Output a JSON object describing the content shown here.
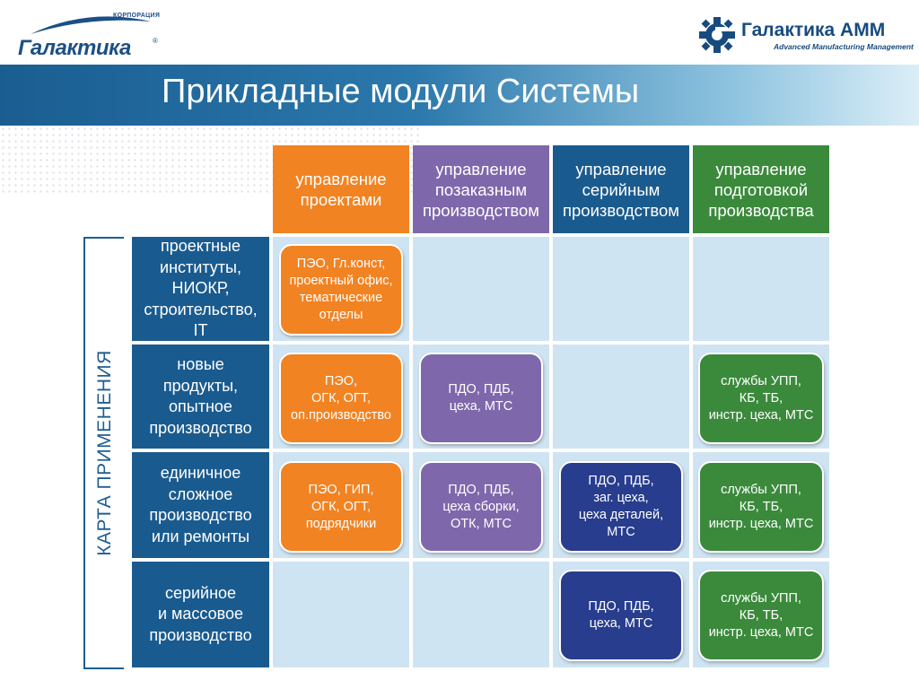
{
  "header": {
    "logo_left": {
      "corp": "КОРПОРАЦИЯ",
      "word": "Галактика",
      "reg": "®"
    },
    "logo_right": {
      "name": "Галактика АММ",
      "sub": "Advanced Manufacturing Management"
    }
  },
  "title": "Прикладные модули Системы",
  "side_label": "КАРТА ПРИМЕНЕНИЯ",
  "columns": [
    {
      "label": "управление\nпроектами",
      "color": "#f28322"
    },
    {
      "label": "управление\nпозаказным\nпроизводством",
      "color": "#7e68ab"
    },
    {
      "label": "управление\nсерийным\nпроизводством",
      "color": "#1a5b8f"
    },
    {
      "label": "управление\nподготовкой\nпроизводства",
      "color": "#3b8a3c"
    }
  ],
  "rows": [
    {
      "label": "проектные\nинституты,\nНИОКР,\nстроительство,\nIT",
      "cells": [
        "ПЭО, Гл.конст,\nпроектный офис,\nтематические\nотделы",
        "",
        "",
        ""
      ]
    },
    {
      "label": "новые\nпродукты,\nопытное\nпроизводство",
      "cells": [
        "ПЭО,\nОГК, ОГТ,\nоп.производство",
        "ПДО, ПДБ,\nцеха, МТС",
        "",
        "службы УПП,\nКБ, ТБ,\nинстр. цеха, МТС"
      ]
    },
    {
      "label": "единичное\nсложное\nпроизводство\nили ремонты",
      "cells": [
        "ПЭО, ГИП,\nОГК, ОГТ,\nподрядчики",
        "ПДО, ПДБ,\nцеха сборки,\nОТК, МТС",
        "ПДО, ПДБ,\nзаг. цеха,\nцеха деталей,\nМТС",
        "службы УПП,\nКБ, ТБ,\nинстр. цеха, МТС"
      ]
    },
    {
      "label": "серийное\nи массовое\nпроизводство",
      "cells": [
        "",
        "",
        "ПДО, ПДБ,\nцеха, МТС",
        "службы УПП,\nКБ, ТБ,\nинстр. цеха, МТС"
      ]
    }
  ]
}
